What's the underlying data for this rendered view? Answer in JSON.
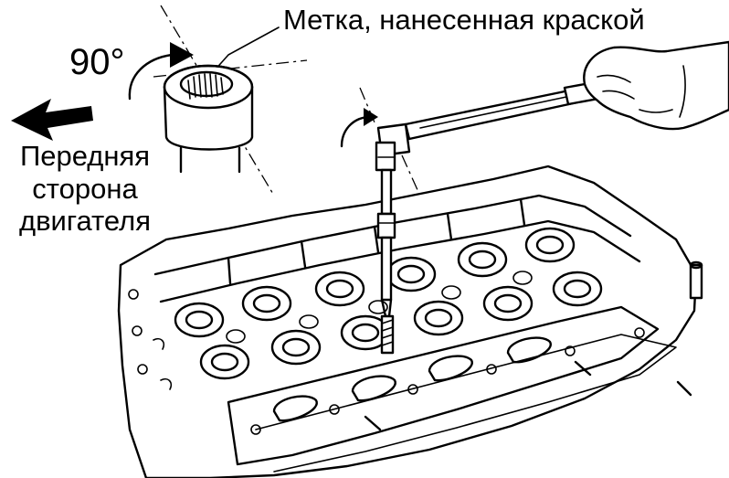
{
  "labels": {
    "paint_mark": "Метка, нанесенная краской",
    "rotation_angle": "90°",
    "engine_front_line1": "Передняя",
    "engine_front_line2": "сторона",
    "engine_front_line3": "двигателя"
  },
  "colors": {
    "ink": "#000000",
    "background": "#ffffff"
  }
}
